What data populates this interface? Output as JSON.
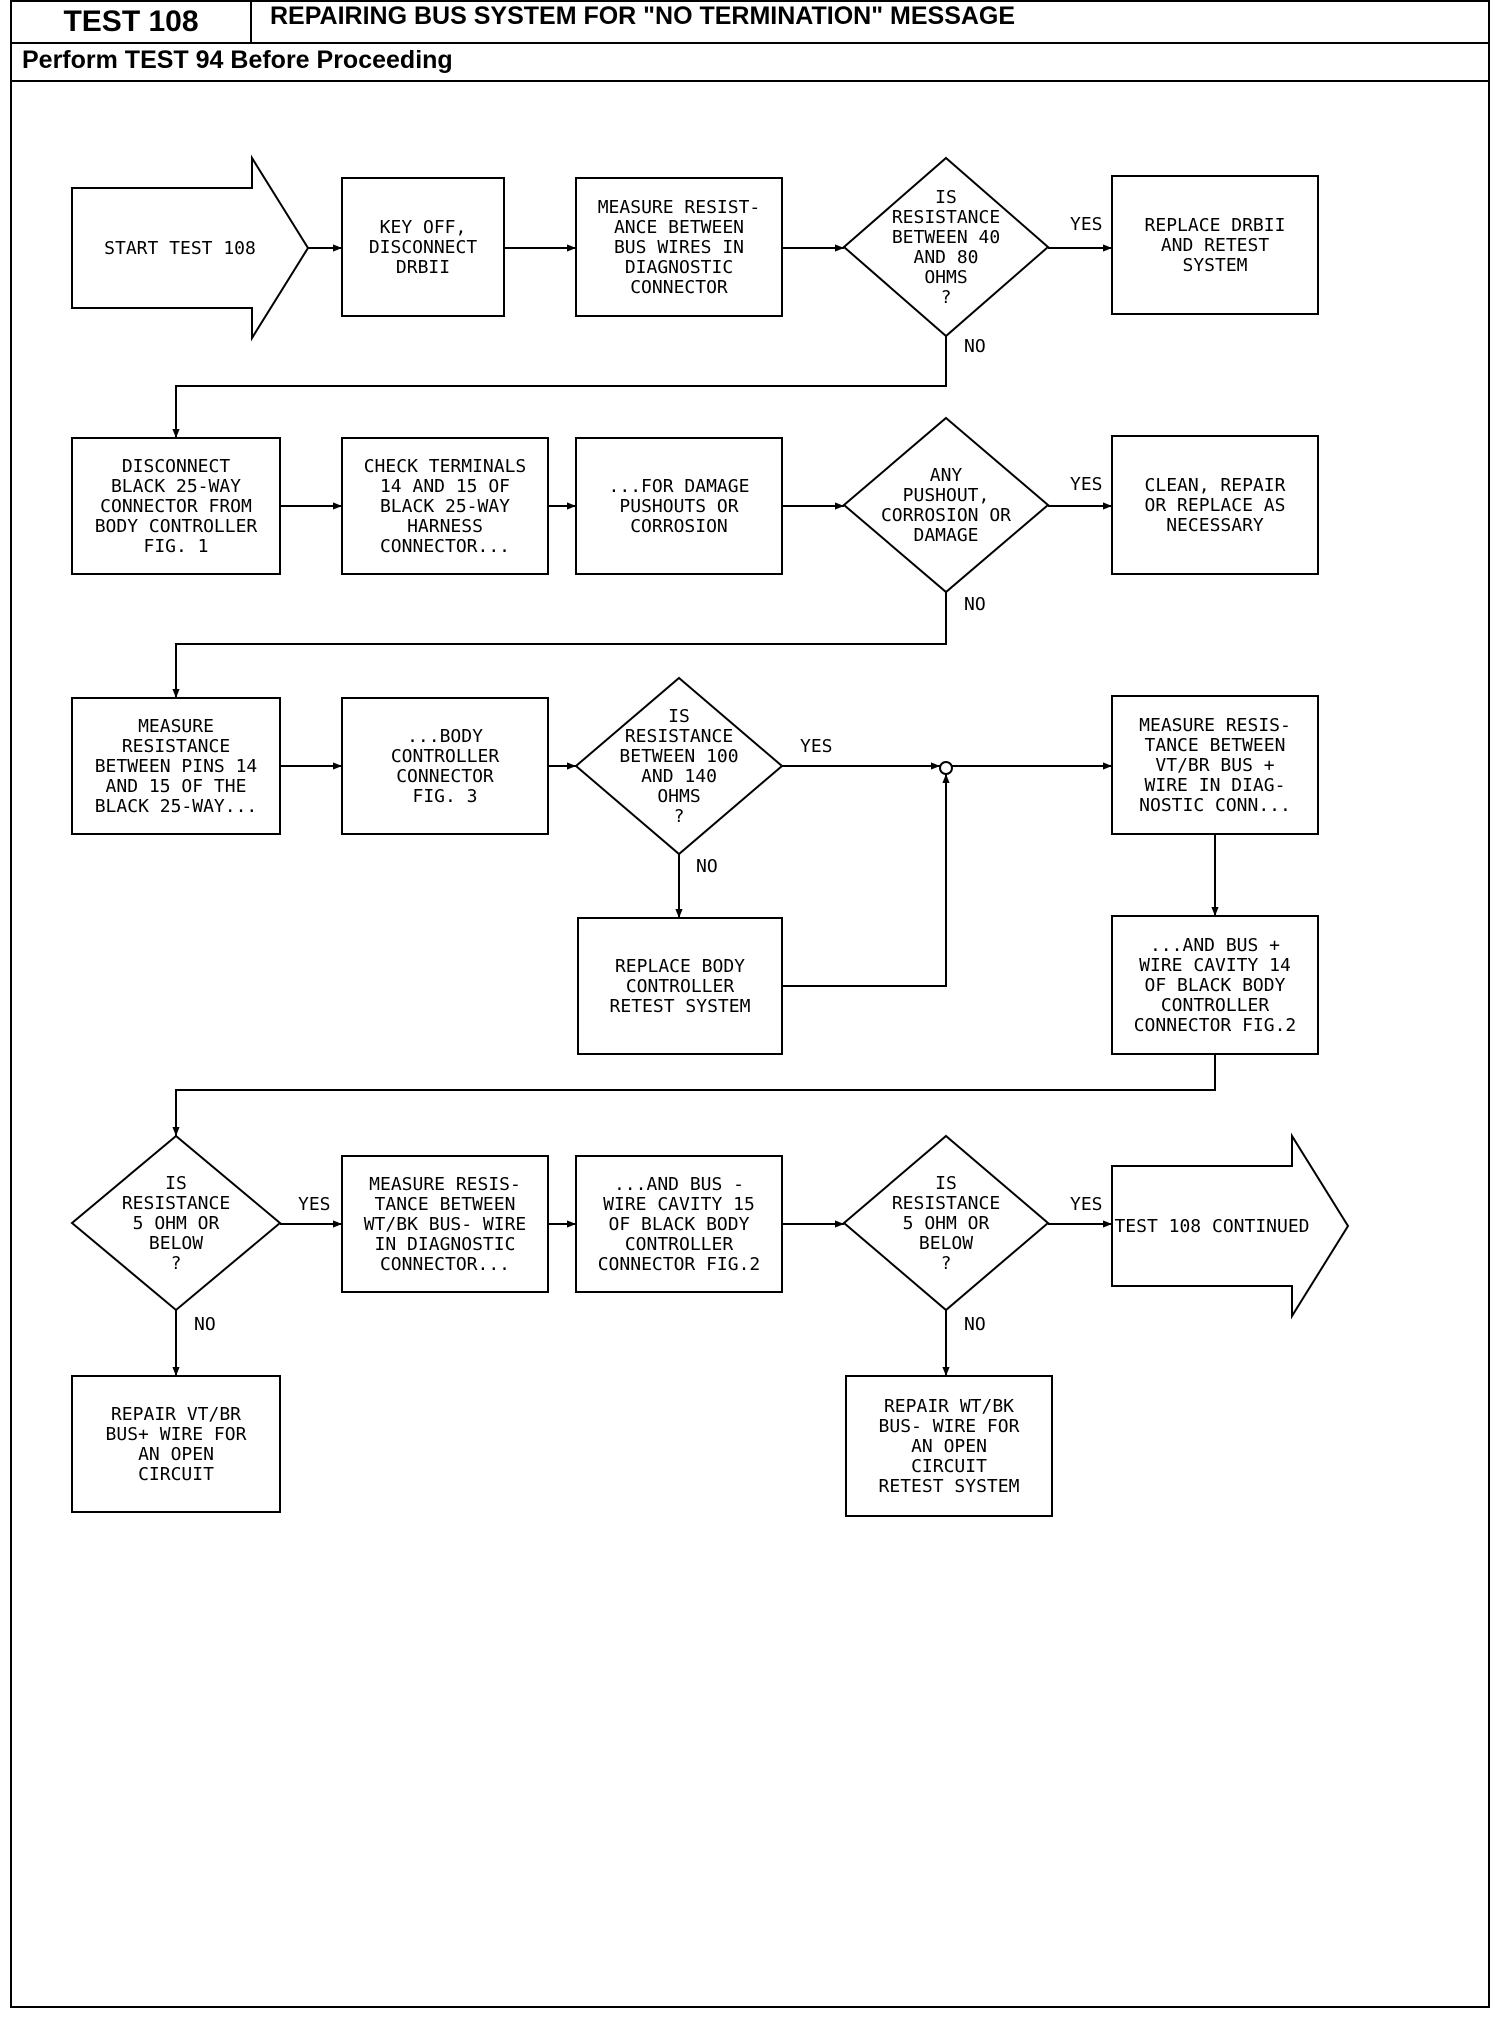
{
  "header": {
    "test_label": "TEST 108",
    "title": "REPAIRING BUS SYSTEM FOR \"NO TERMINATION\" MESSAGE",
    "subtitle": "Perform TEST 94 Before Proceeding"
  },
  "nodes": {
    "start": [
      "START TEST 108"
    ],
    "key_off": [
      "KEY OFF,",
      "DISCONNECT",
      "DRBII"
    ],
    "measure_bus": [
      "MEASURE RESIST-",
      "ANCE BETWEEN",
      "BUS WIRES IN",
      "DIAGNOSTIC",
      "CONNECTOR"
    ],
    "dec_40_80": [
      "IS",
      "RESISTANCE",
      "BETWEEN 40",
      "AND 80",
      "OHMS",
      "?"
    ],
    "replace_drbii": [
      "REPLACE DRBII",
      "AND RETEST",
      "SYSTEM"
    ],
    "disconnect_black": [
      "DISCONNECT",
      "BLACK 25-WAY",
      "CONNECTOR FROM",
      "BODY CONTROLLER",
      "FIG. 1"
    ],
    "check_terminals": [
      "CHECK TERMINALS",
      "14 AND 15 OF",
      "BLACK 25-WAY",
      "HARNESS",
      "CONNECTOR..."
    ],
    "for_damage": [
      "...FOR DAMAGE",
      "PUSHOUTS OR",
      "CORROSION"
    ],
    "dec_pushout": [
      "ANY",
      "PUSHOUT,",
      "CORROSION OR",
      "DAMAGE"
    ],
    "clean_repair": [
      "CLEAN, REPAIR",
      "OR REPLACE AS",
      "NECESSARY"
    ],
    "measure_pins": [
      "MEASURE",
      "RESISTANCE",
      "BETWEEN PINS 14",
      "AND 15 OF THE",
      "BLACK 25-WAY..."
    ],
    "body_ctrl_conn": [
      "...BODY",
      "CONTROLLER",
      "CONNECTOR",
      "FIG. 3"
    ],
    "dec_100_140": [
      "IS",
      "RESISTANCE",
      "BETWEEN 100",
      "AND 140",
      "OHMS",
      "?"
    ],
    "replace_body": [
      "REPLACE BODY",
      "CONTROLLER",
      "RETEST SYSTEM"
    ],
    "measure_vt": [
      "MEASURE RESIS-",
      "TANCE BETWEEN",
      "VT/BR BUS +",
      "WIRE IN DIAG-",
      "NOSTIC CONN..."
    ],
    "cavity14": [
      "...AND BUS +",
      "WIRE CAVITY 14",
      "OF BLACK BODY",
      "CONTROLLER",
      "CONNECTOR FIG.2"
    ],
    "dec_5ohm_a": [
      "IS",
      "RESISTANCE",
      "5 OHM OR",
      "BELOW",
      "?"
    ],
    "measure_wt": [
      "MEASURE RESIS-",
      "TANCE BETWEEN",
      "WT/BK BUS- WIRE",
      "IN DIAGNOSTIC",
      "CONNECTOR..."
    ],
    "cavity15": [
      "...AND BUS -",
      "WIRE CAVITY 15",
      "OF BLACK BODY",
      "CONTROLLER",
      "CONNECTOR FIG.2"
    ],
    "dec_5ohm_b": [
      "IS",
      "RESISTANCE",
      "5 OHM OR",
      "BELOW",
      "?"
    ],
    "continued": [
      "TEST 108 CONTINUED"
    ],
    "repair_vt": [
      "REPAIR VT/BR",
      "BUS+ WIRE FOR",
      "AN OPEN",
      "CIRCUIT"
    ],
    "repair_wt": [
      "REPAIR WT/BK",
      "BUS- WIRE FOR",
      "AN OPEN",
      "CIRCUIT",
      "RETEST SYSTEM"
    ]
  },
  "answers": {
    "yes": "YES",
    "no": "NO"
  }
}
